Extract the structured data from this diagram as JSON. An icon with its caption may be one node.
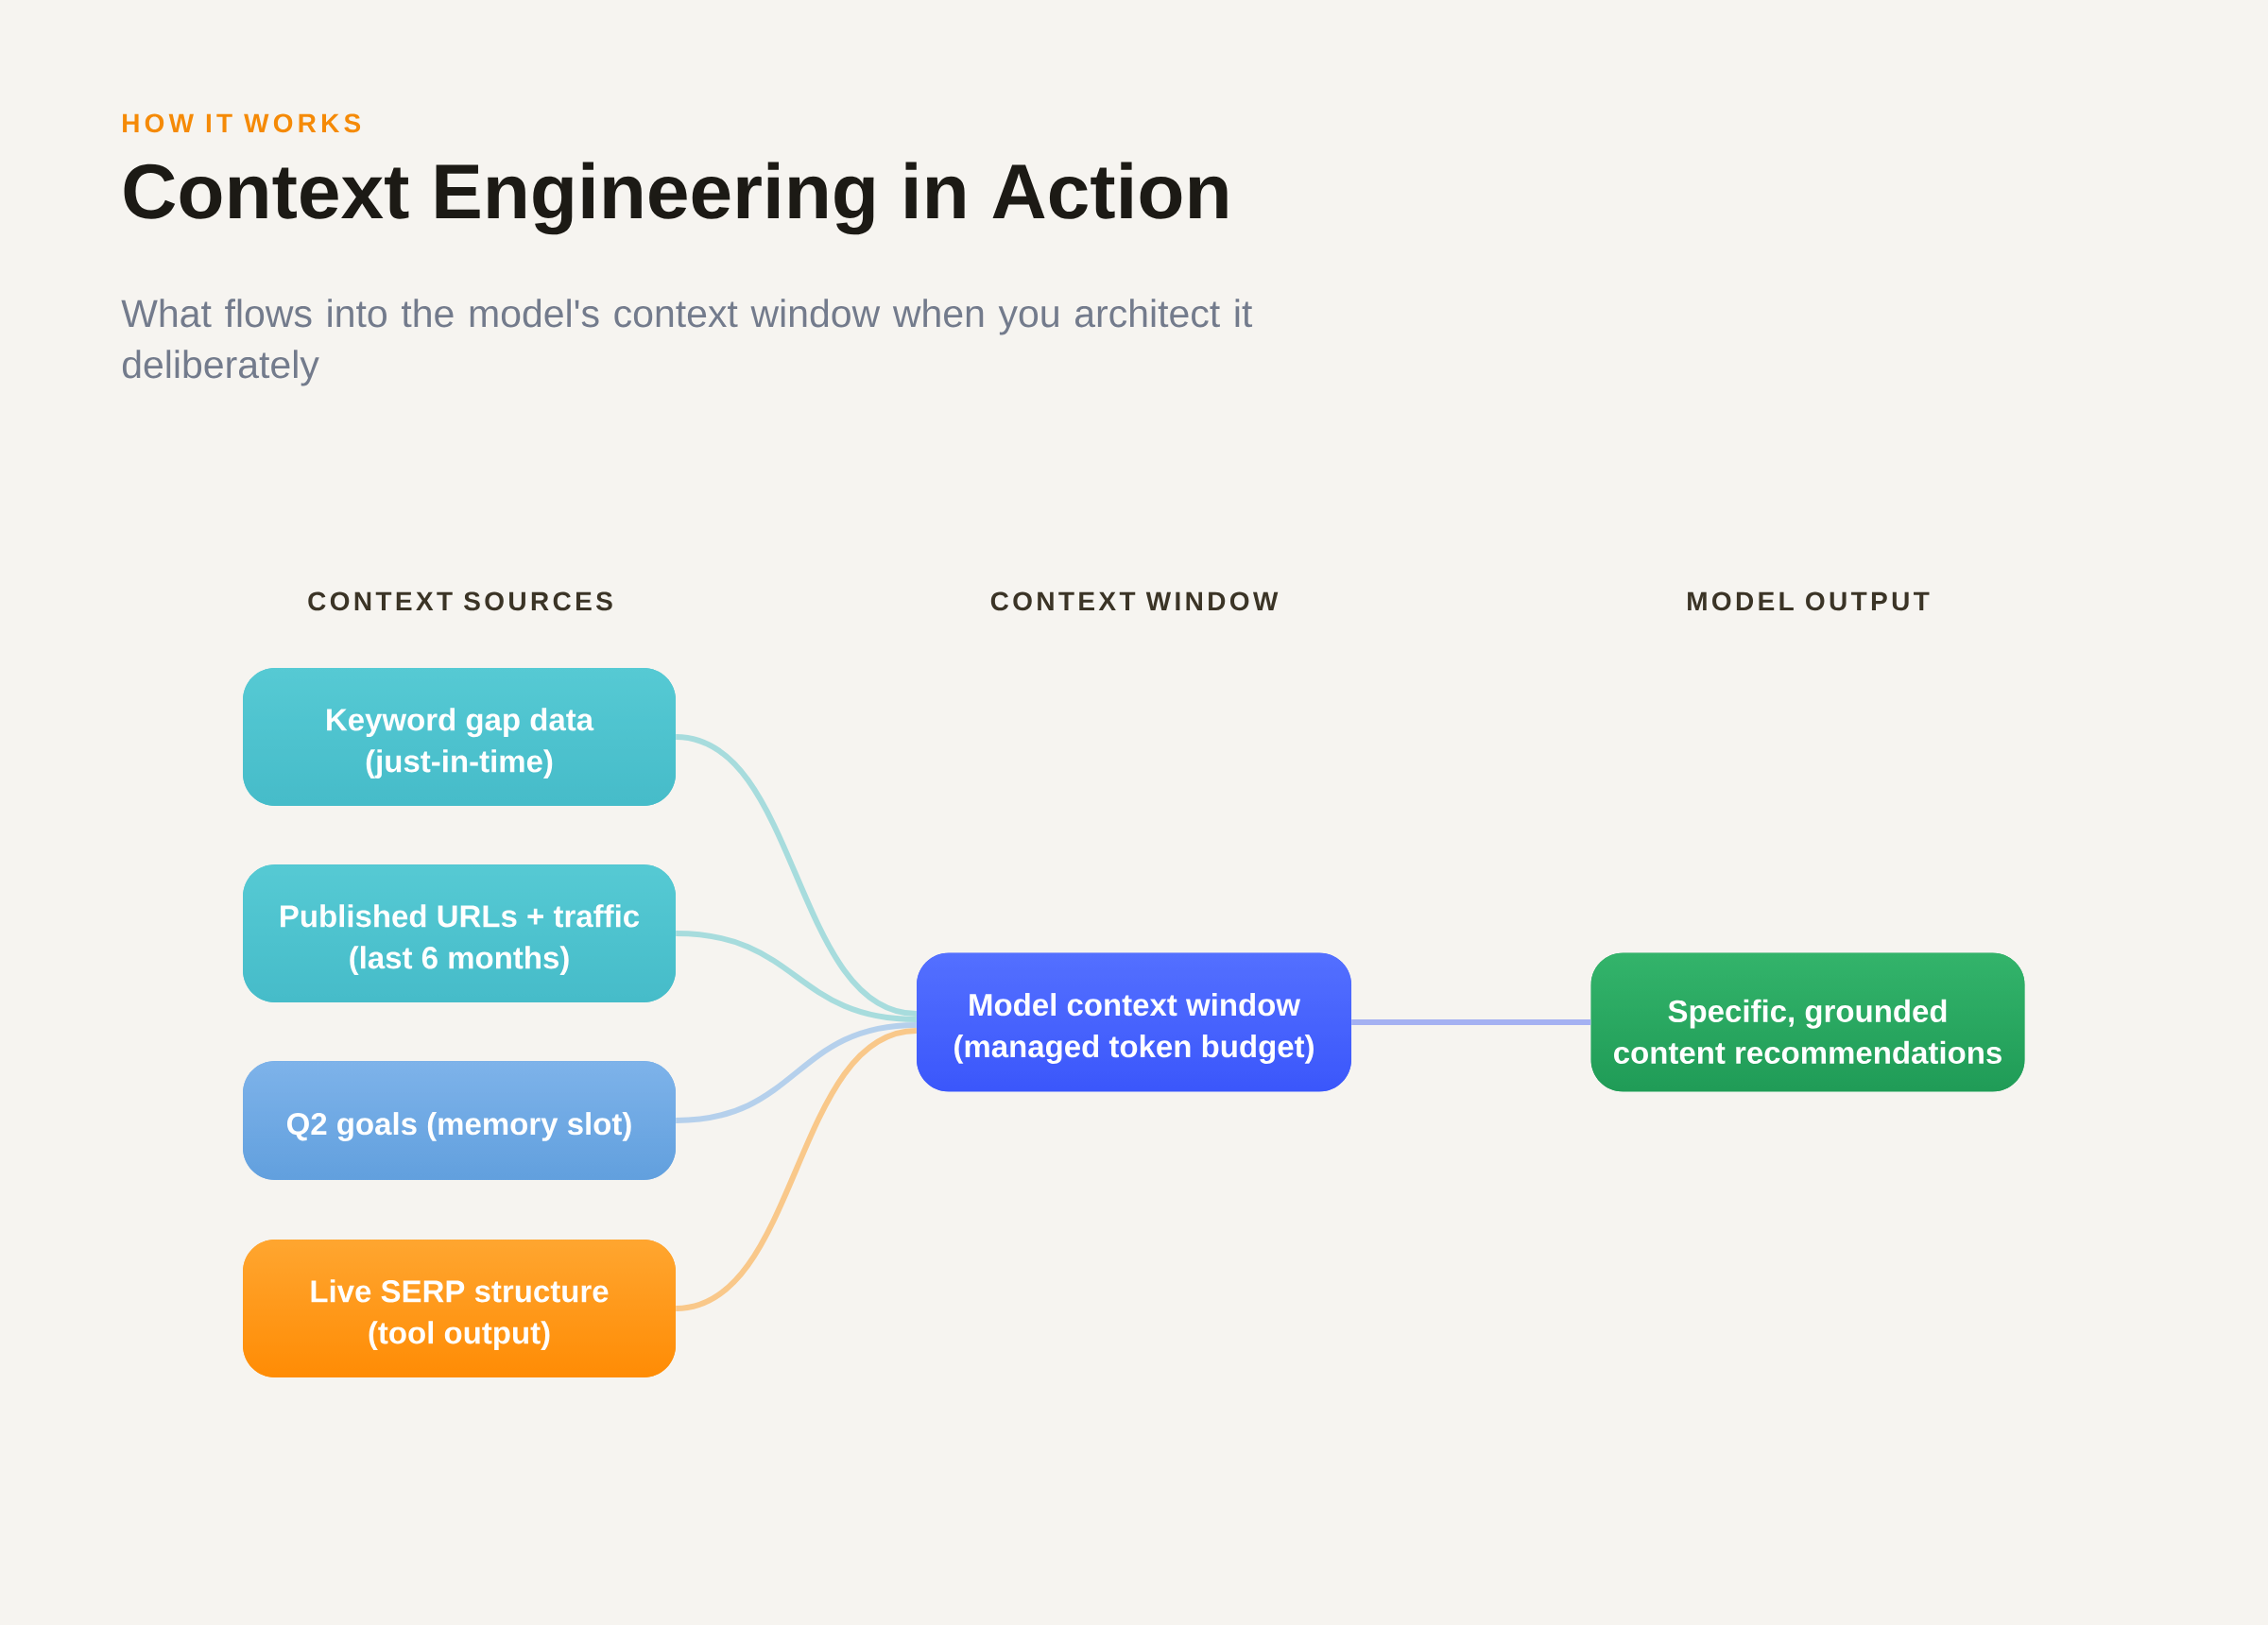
{
  "diagram": {
    "title": "Context Engineering in Action",
    "nodes": [
      {
        "text": [
          "Keyword gap data (just-in-time)"
        ]
      },
      {
        "text": [
          "Published URLs + traffic (last 6 months)"
        ]
      },
      {
        "text": [
          "Q2 goals (memory slot)"
        ]
      },
      {
        "text": [
          "Live SERP structure (tool output)"
        ]
      },
      {
        "text": [
          "Model context window (managed token budget)"
        ]
      },
      {
        "text": [
          "Specific, grounded content recommendations"
        ]
      }
    ],
    "edges": [
      {
        "from": 0,
        "to": 4,
        "arrow": "none",
        "color": "#a7dcdd"
      },
      {
        "from": 1,
        "to": 4,
        "arrow": "none",
        "color": "#a7dcdd"
      },
      {
        "from": 2,
        "to": 4,
        "arrow": "none",
        "color": "#b5d0ec"
      },
      {
        "from": 3,
        "to": 4,
        "arrow": "none",
        "color": "#f9c88a"
      },
      {
        "from": 4,
        "to": 5,
        "arrow": "none",
        "color": "#a4b1f2"
      }
    ],
    "labels": [
      "HOW IT WORKS",
      "What flows into the model's context window when you architect it deliberately",
      "CONTEXT SOURCES",
      "CONTEXT WINDOW",
      "MODEL OUTPUT"
    ]
  }
}
